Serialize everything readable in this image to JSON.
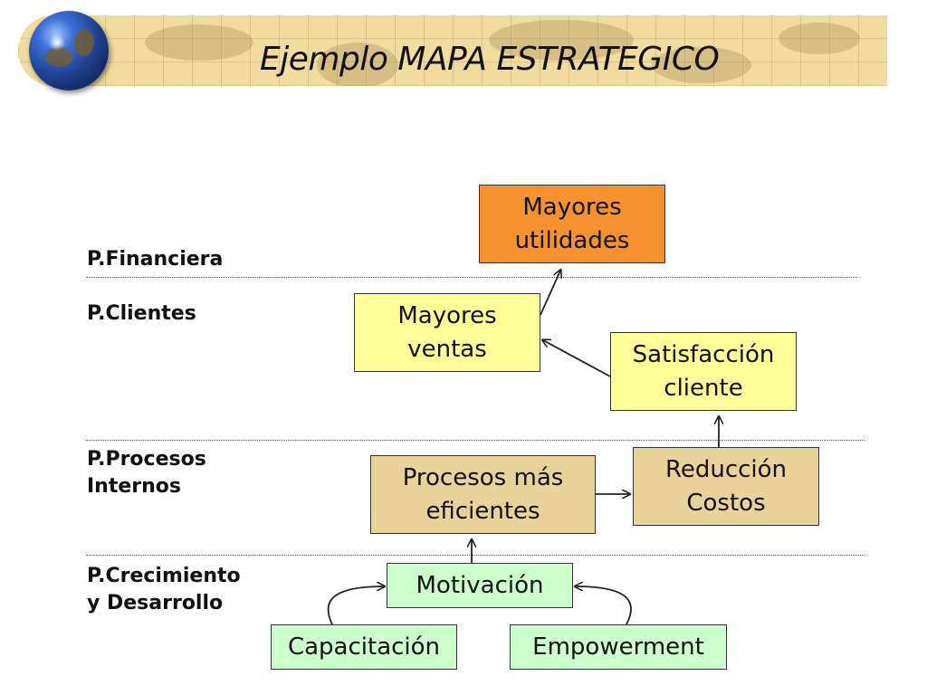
{
  "header": {
    "title": "Ejemplo MAPA ESTRATEGICO"
  },
  "lanes": [
    {
      "id": "financiera",
      "label": "P.Financiera"
    },
    {
      "id": "clientes",
      "label": "P.Clientes"
    },
    {
      "id": "procesos",
      "label": "P.Procesos\nInternos"
    },
    {
      "id": "crecimiento",
      "label": "P.Crecimiento\ny Desarrollo"
    }
  ],
  "nodes": {
    "mayores_utilidades": {
      "label": "Mayores\nutilidades",
      "color": "#f5912f"
    },
    "mayores_ventas": {
      "label": "Mayores\nventas",
      "color": "#ffff99"
    },
    "satisfaccion_cliente": {
      "label": "Satisfacción\ncliente",
      "color": "#ffff99"
    },
    "procesos_eficientes": {
      "label": "Procesos más\neficientes",
      "color": "#e8d29a"
    },
    "reduccion_costos": {
      "label": "Reducción\nCostos",
      "color": "#e8d29a"
    },
    "motivacion": {
      "label": "Motivación",
      "color": "#ccffcc"
    },
    "capacitacion": {
      "label": "Capacitación",
      "color": "#ccffcc"
    },
    "empowerment": {
      "label": "Empowerment",
      "color": "#ccffcc"
    }
  },
  "edges": [
    {
      "from": "mayores_ventas",
      "to": "mayores_utilidades"
    },
    {
      "from": "satisfaccion_cliente",
      "to": "mayores_ventas"
    },
    {
      "from": "reduccion_costos",
      "to": "satisfaccion_cliente"
    },
    {
      "from": "procesos_eficientes",
      "to": "reduccion_costos"
    },
    {
      "from": "motivacion",
      "to": "procesos_eficientes"
    },
    {
      "from": "capacitacion",
      "to": "motivacion"
    },
    {
      "from": "empowerment",
      "to": "motivacion"
    }
  ]
}
